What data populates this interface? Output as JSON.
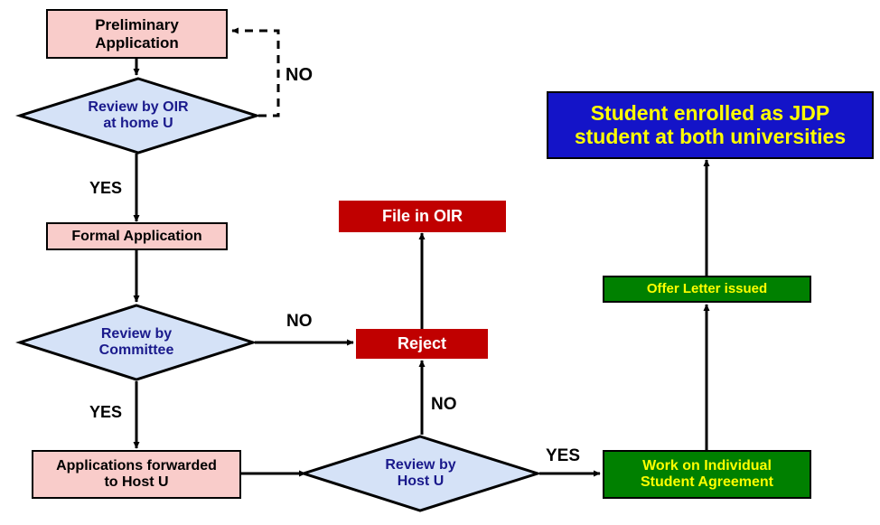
{
  "diagram": {
    "title": "Joint Degree Program application flowchart",
    "colors": {
      "pink_fill": "#f9ccca",
      "blue_fill": "#d5e2f7",
      "red_fill": "#c00000",
      "dark_blue_fill": "#1414c8",
      "green_fill": "#008000",
      "yellow_text": "#ffff00",
      "navy_text": "#1a1a8c",
      "outline": "#000000"
    },
    "nodes": {
      "preliminary_application": {
        "label": "Preliminary\nApplication",
        "shape": "rectangle",
        "fill": "#f9ccca"
      },
      "review_by_oir": {
        "label": "Review by OIR\nat home U",
        "shape": "diamond",
        "fill": "#d5e2f7"
      },
      "formal_application": {
        "label": "Formal  Application",
        "shape": "rectangle",
        "fill": "#f9ccca"
      },
      "review_by_committee": {
        "label": "Review by\nCommittee",
        "shape": "diamond",
        "fill": "#d5e2f7"
      },
      "applications_forwarded": {
        "label": "Applications forwarded\nto Host U",
        "shape": "rectangle",
        "fill": "#f9ccca"
      },
      "review_by_host_u": {
        "label": "Review by\nHost U",
        "shape": "diamond",
        "fill": "#d5e2f7"
      },
      "file_in_oir": {
        "label": "File in OIR",
        "shape": "rectangle",
        "fill": "#c00000"
      },
      "reject": {
        "label": "Reject",
        "shape": "rectangle",
        "fill": "#c00000"
      },
      "work_on_agreement": {
        "label": "Work on Individual\nStudent Agreement",
        "shape": "rectangle",
        "fill": "#008000"
      },
      "offer_letter_issued": {
        "label": "Offer Letter issued",
        "shape": "rectangle",
        "fill": "#008000"
      },
      "student_enrolled": {
        "label": "Student enrolled as JDP\nstudent at both universities",
        "shape": "rectangle",
        "fill": "#1414c8"
      }
    },
    "edge_labels": {
      "oir_no": "NO",
      "oir_yes": "YES",
      "committee_no": "NO",
      "committee_yes": "YES",
      "host_no": "NO",
      "host_yes": "YES"
    }
  }
}
